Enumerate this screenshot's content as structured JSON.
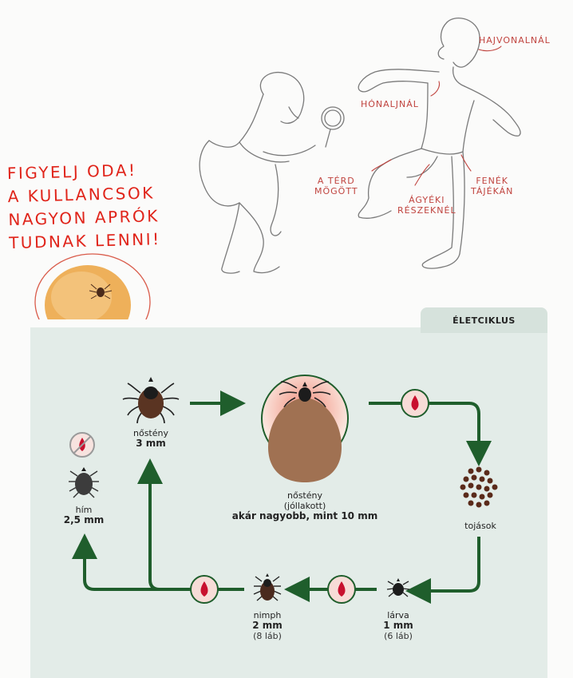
{
  "warning_lines": [
    "FIGYELJ ODA!",
    "A KULLANCSOK",
    "NAGYON APRÓK",
    "TUDNAK LENNI!"
  ],
  "body_annotations": {
    "hairline": "HAJVONALNÁL",
    "armpit": "HÓNALJNÁL",
    "knee": [
      "A TÉRD",
      "MÖGÖTT"
    ],
    "groin": [
      "ÁGYÉKI",
      "RÉSZEKNÉL"
    ],
    "buttocks": [
      "FENÉK",
      "TÁJÉKÁN"
    ]
  },
  "lifecycle": {
    "title": "ÉLETCIKLUS",
    "stages": {
      "female": {
        "name": "nőstény",
        "size": "3 mm"
      },
      "engorged_female": {
        "name": "nőstény",
        "note": "(jóllakott)",
        "size": "akár nagyobb, mint 10 mm"
      },
      "eggs": {
        "name": "tojások"
      },
      "larva": {
        "name": "lárva",
        "size": "1 mm",
        "legs": "(6 láb)"
      },
      "nymph": {
        "name": "nimph",
        "size": "2 mm",
        "legs": "(8 láb)"
      },
      "male": {
        "name": "hím",
        "size": "2,5 mm"
      }
    }
  },
  "colors": {
    "arrow": "#1f5e2c",
    "blood_icon_fill": "#f7dcd7",
    "blood_drop": "#c8102e",
    "warning_text": "#e0241a",
    "annotation": "#c0443f",
    "panel": "#e3ece8"
  }
}
